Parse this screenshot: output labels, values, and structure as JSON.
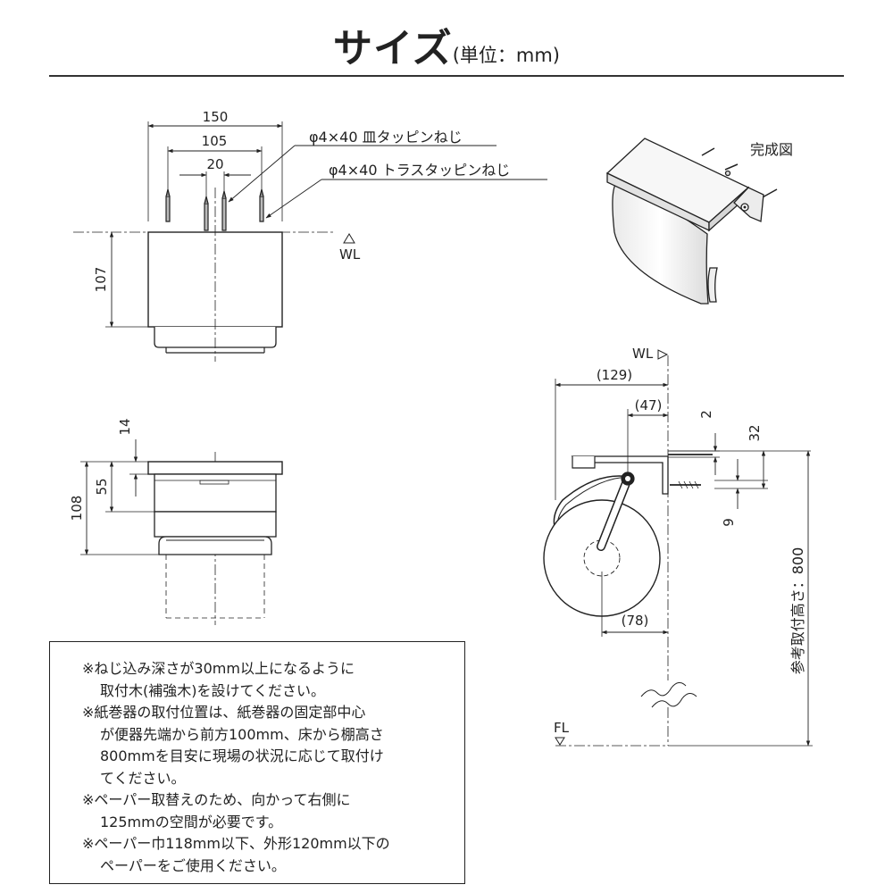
{
  "title": {
    "main": "サイズ",
    "unit": "(単位：mm)"
  },
  "top_view": {
    "dim_width": "150",
    "dim_screw_span": "105",
    "dim_center": "20",
    "dim_height": "107",
    "screw_label_1": "φ4×40 皿タッピンねじ",
    "screw_label_2": "φ4×40 トラスタッピンねじ",
    "wl_label": "WL"
  },
  "front_view": {
    "dim_14": "14",
    "dim_55": "55",
    "dim_108": "108"
  },
  "completed_label": "完成図",
  "side_view": {
    "wl_label": "WL",
    "dim_129": "(129)",
    "dim_47": "(47)",
    "dim_2": "2",
    "dim_32": "32",
    "dim_9": "9",
    "dim_78": "(78)",
    "height_label": "参考取付高さ：800",
    "fl_label": "FL"
  },
  "notes": [
    {
      "first": "※ねじ込み深さが30mm以上になるように",
      "rest": [
        "取付木(補強木)を設けてください。"
      ]
    },
    {
      "first": "※紙巻器の取付位置は、紙巻器の固定部中心",
      "rest": [
        "が便器先端から前方100mm、床から棚高さ",
        "800mmを目安に現場の状況に応じて取付け",
        "てください。"
      ]
    },
    {
      "first": "※ペーパー取替えのため、向かって右側に",
      "rest": [
        "125mmの空間が必要です。"
      ]
    },
    {
      "first": "※ペーパー巾118mm以下、外形120mm以下の",
      "rest": [
        "ペーパーをご使用ください。"
      ]
    }
  ]
}
